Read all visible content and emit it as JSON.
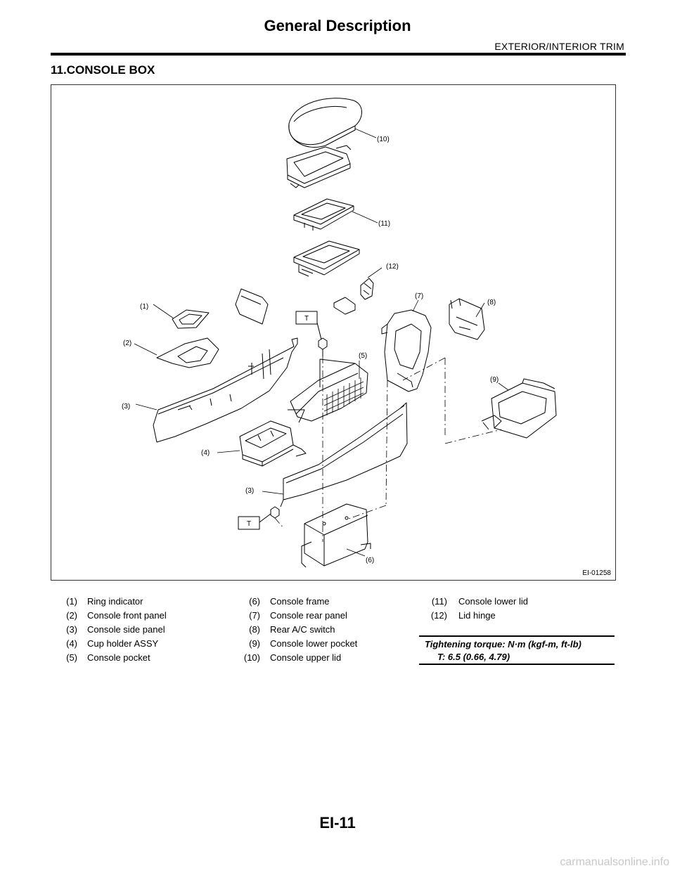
{
  "header": {
    "title": "General Description",
    "section": "EXTERIOR/INTERIOR TRIM"
  },
  "heading": "11.CONSOLE BOX",
  "figure": {
    "code": "EI-01258",
    "callouts": [
      "(1)",
      "(2)",
      "(3)",
      "(3)",
      "(4)",
      "(5)",
      "(6)",
      "(7)",
      "(8)",
      "(9)",
      "(10)",
      "(11)",
      "(12)"
    ],
    "torque_marks": [
      "T",
      "T"
    ]
  },
  "legend": {
    "col1": [
      {
        "num": "(1)",
        "text": "Ring indicator"
      },
      {
        "num": "(2)",
        "text": "Console front panel"
      },
      {
        "num": "(3)",
        "text": "Console side panel"
      },
      {
        "num": "(4)",
        "text": "Cup holder ASSY"
      },
      {
        "num": "(5)",
        "text": "Console pocket"
      }
    ],
    "col2": [
      {
        "num": "(6)",
        "text": "Console frame"
      },
      {
        "num": "(7)",
        "text": "Console rear panel"
      },
      {
        "num": "(8)",
        "text": "Rear A/C switch"
      },
      {
        "num": "(9)",
        "text": "Console lower pocket"
      },
      {
        "num": "(10)",
        "text": "Console upper lid"
      }
    ],
    "col3": [
      {
        "num": "(11)",
        "text": "Console lower lid"
      },
      {
        "num": "(12)",
        "text": "Lid hinge"
      }
    ]
  },
  "torque": {
    "title": "Tightening torque: N·m (kgf-m, ft-lb)",
    "value": "T:   6.5 (0.66, 4.79)"
  },
  "footer": {
    "page": "EI-11",
    "watermark": "carmanualsonline.info"
  }
}
